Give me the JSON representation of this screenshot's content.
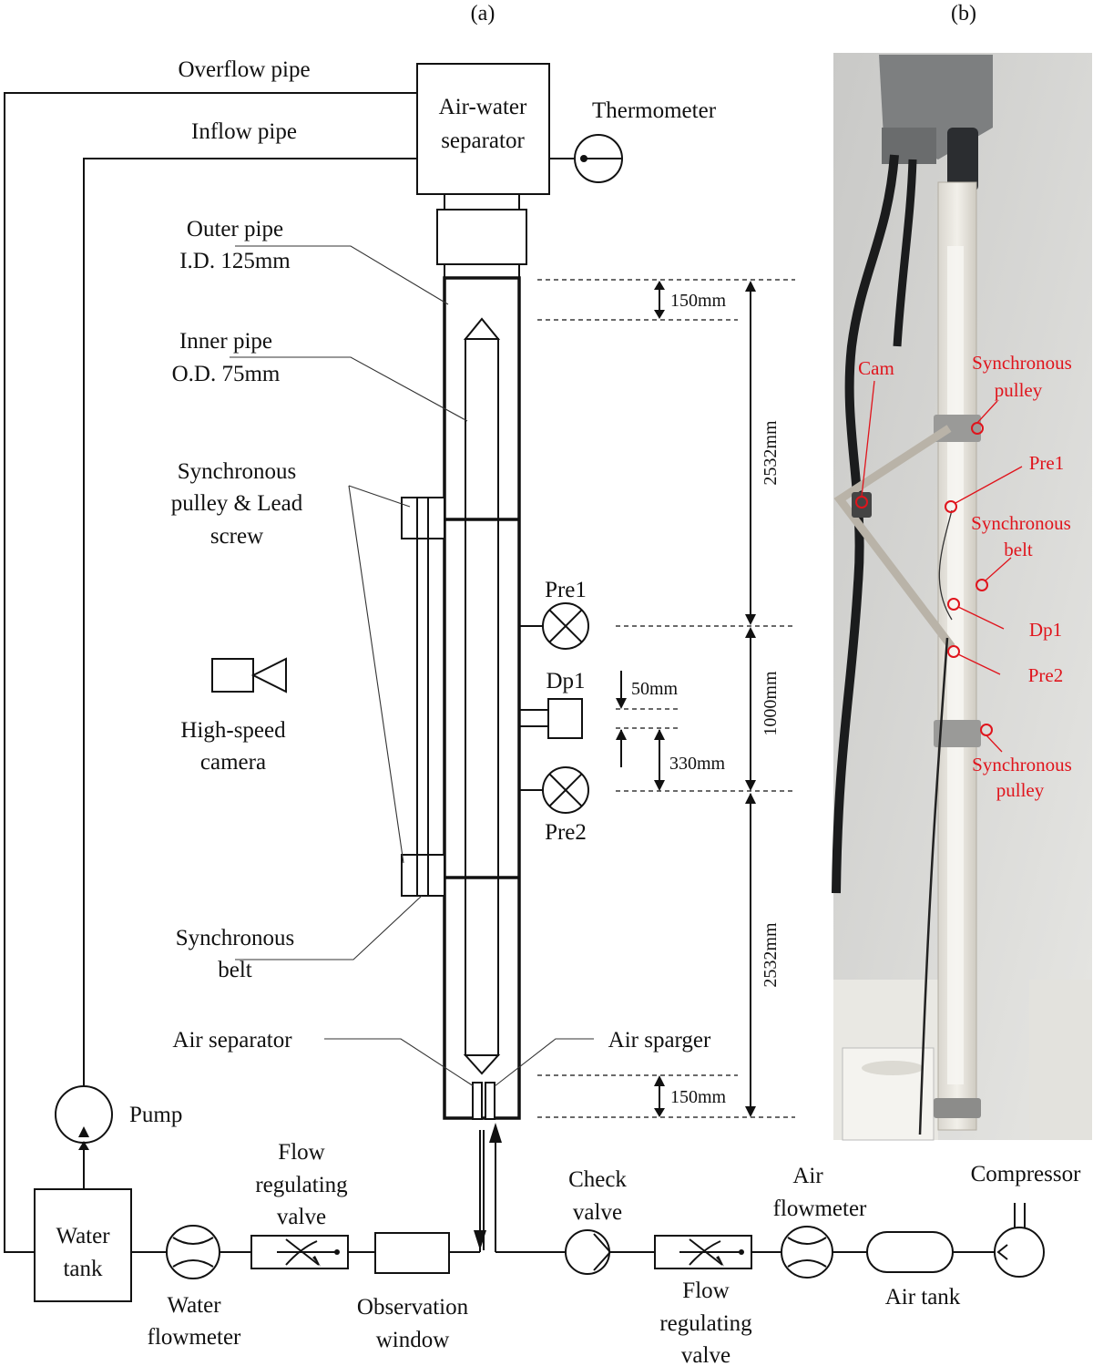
{
  "panel_a": {
    "caption": "(a)",
    "labels": {
      "overflow_pipe": "Overflow pipe",
      "inflow_pipe": "Inflow pipe",
      "air_water_separator": [
        "Air-water",
        "separator"
      ],
      "thermometer": "Thermometer",
      "outer_pipe": [
        "Outer pipe",
        "I.D. 125mm"
      ],
      "inner_pipe": [
        "Inner pipe",
        "O.D. 75mm"
      ],
      "pulley_lead_screw": [
        "Synchronous",
        "pulley & Lead",
        "screw"
      ],
      "high_speed_camera": [
        "High-speed",
        "camera"
      ],
      "synchronous_belt": [
        "Synchronous",
        "belt"
      ],
      "air_separator": "Air separator",
      "air_sparger": "Air sparger",
      "pump": "Pump",
      "water_tank": [
        "Water",
        "tank"
      ],
      "water_flowmeter": [
        "Water",
        "flowmeter"
      ],
      "flow_regulating_valve_water": [
        "Flow",
        "regulating",
        "valve"
      ],
      "observation_window": [
        "Observation",
        "window"
      ],
      "check_valve": [
        "Check",
        "valve"
      ],
      "flow_regulating_valve_air": [
        "Flow",
        "regulating",
        "valve"
      ],
      "air_flowmeter": [
        "Air",
        "flowmeter"
      ],
      "air_tank": "Air tank",
      "compressor": "Compressor",
      "pre1": "Pre1",
      "dp1": "Dp1",
      "pre2": "Pre2"
    },
    "dimensions": {
      "top_gap": "150mm",
      "upper_section": "2532mm",
      "test_section": "1000mm",
      "dp_offset": "50mm",
      "pressure_offset": "330mm",
      "lower_section": "2532mm",
      "bottom_gap": "150mm"
    }
  },
  "panel_b": {
    "caption": "(b)",
    "annotations": {
      "cam": "Cam",
      "pulley_top": [
        "Synchronous",
        "pulley"
      ],
      "pre1": "Pre1",
      "belt": [
        "Synchronous",
        "belt"
      ],
      "dp1": "Dp1",
      "pre2": "Pre2",
      "pulley_bottom": [
        "Synchronous",
        "pulley"
      ]
    },
    "annotation_color": "#e0141c"
  }
}
